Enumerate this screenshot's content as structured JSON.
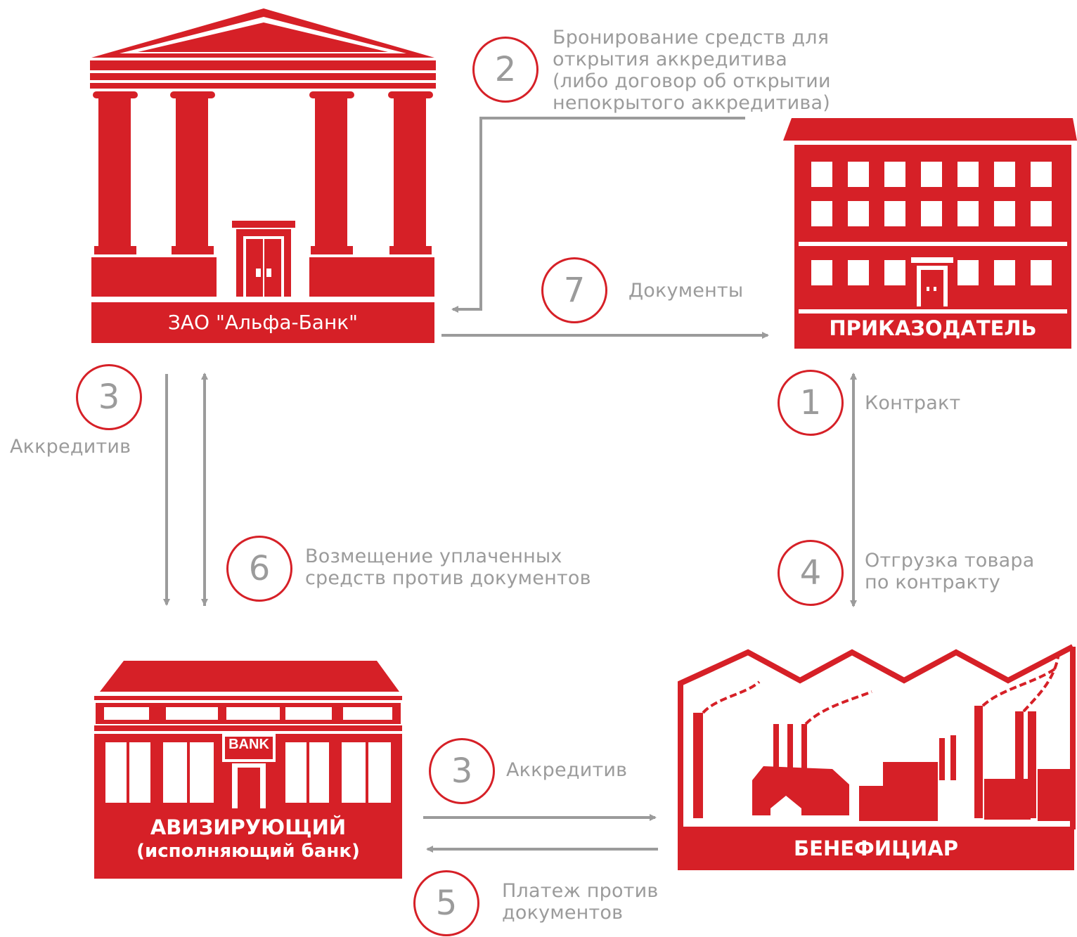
{
  "colors": {
    "brand_red": "#d62027",
    "arrow_gray": "#9b9b9b",
    "background": "#ffffff"
  },
  "entities": {
    "issuing_bank": {
      "label": "ЗАО \"Альфа-Банк\""
    },
    "applicant": {
      "label": "ПРИКАЗОДАТЕЛЬ"
    },
    "advising_bank": {
      "label_line1": "АВИЗИРУЮЩИЙ",
      "label_line2": "(исполняющий банк)",
      "sign": "BANK"
    },
    "beneficiary": {
      "label": "БЕНЕФИЦИАР"
    }
  },
  "steps": [
    {
      "number": "1",
      "lines": [
        "Контракт"
      ]
    },
    {
      "number": "2",
      "lines": [
        "Бронирование средств для",
        "открытия аккредитива",
        "(либо договор об открытии",
        "непокрытого аккредитива)"
      ]
    },
    {
      "number": "3",
      "lines": [
        "Аккредитив"
      ]
    },
    {
      "number": "3",
      "lines": [
        "Аккредитив"
      ]
    },
    {
      "number": "4",
      "lines": [
        "Отгрузка товара",
        "по контракту"
      ]
    },
    {
      "number": "5",
      "lines": [
        "Платеж против",
        "документов"
      ]
    },
    {
      "number": "6",
      "lines": [
        "Возмещение уплаченных",
        "средств против документов"
      ]
    },
    {
      "number": "7",
      "lines": [
        "Документы"
      ]
    }
  ]
}
